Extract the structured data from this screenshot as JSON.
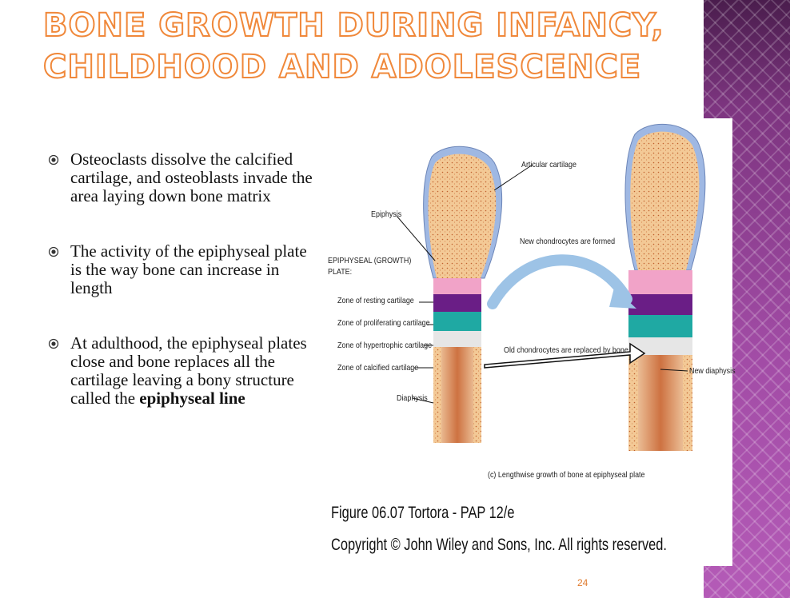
{
  "title": {
    "line1": "Bone Growth during Infancy,",
    "line2": "Childhood and Adolescence"
  },
  "bullets": [
    {
      "text": "Osteoclasts dissolve the calcified cartilage, and osteoblasts invade the area laying down bone matrix"
    },
    {
      "text": "The activity of the epiphyseal plate is the way bone can increase in length"
    },
    {
      "text_before": "At adulthood, the epiphyseal plates close and bone replaces all the cartilage leaving a bony structure called the ",
      "text_bold": "epiphyseal line"
    }
  ],
  "figure": {
    "labels": {
      "articular_cartilage": "Articular cartilage",
      "epiphysis": "Epiphysis",
      "new_chondrocytes": "New chondrocytes are formed",
      "growth_plate_1": "EPIPHYSEAL (GROWTH)",
      "growth_plate_2": "PLATE:",
      "zone_resting": "Zone of resting cartilage",
      "zone_proliferating": "Zone of proliferating cartilage",
      "zone_hypertrophic": "Zone of hypertrophic cartilage",
      "zone_calcified": "Zone of calcified cartilage",
      "old_chondrocytes": "Old chondrocytes are replaced by bone",
      "new_diaphysis": "New diaphysis",
      "diaphysis": "Diaphysis",
      "caption_c": "(c) Lengthwise growth of bone at epiphyseal plate"
    },
    "caption_line1": "Figure 06.07  Tortora - PAP 12/e",
    "caption_line2": "Copyright © John Wiley and Sons, Inc. All rights reserved."
  },
  "page_number": "24",
  "colors": {
    "title_outline": "#f0883a",
    "band": "#8e3f90",
    "zone_resting": "#f1a3c8",
    "zone_proliferating": "#6a1e86",
    "zone_hypertrophic": "#1fa9a3",
    "zone_calcified": "#e6e6e6",
    "cartilage": "#9fb8e3",
    "spongy_bone": "#f3c996"
  }
}
